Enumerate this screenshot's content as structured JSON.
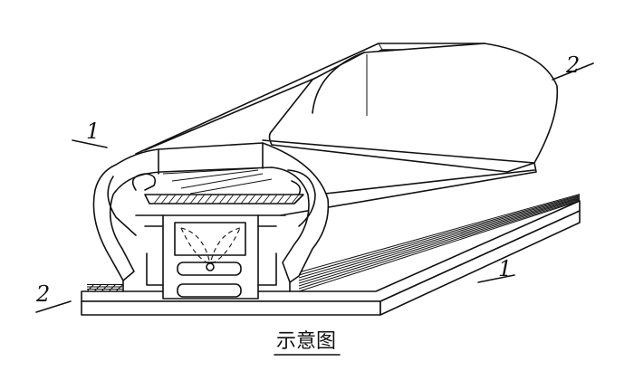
{
  "callouts": {
    "top_left": "1",
    "top_right": "2",
    "bottom_left": "2",
    "bottom_right": "1"
  },
  "caption": "示意图"
}
